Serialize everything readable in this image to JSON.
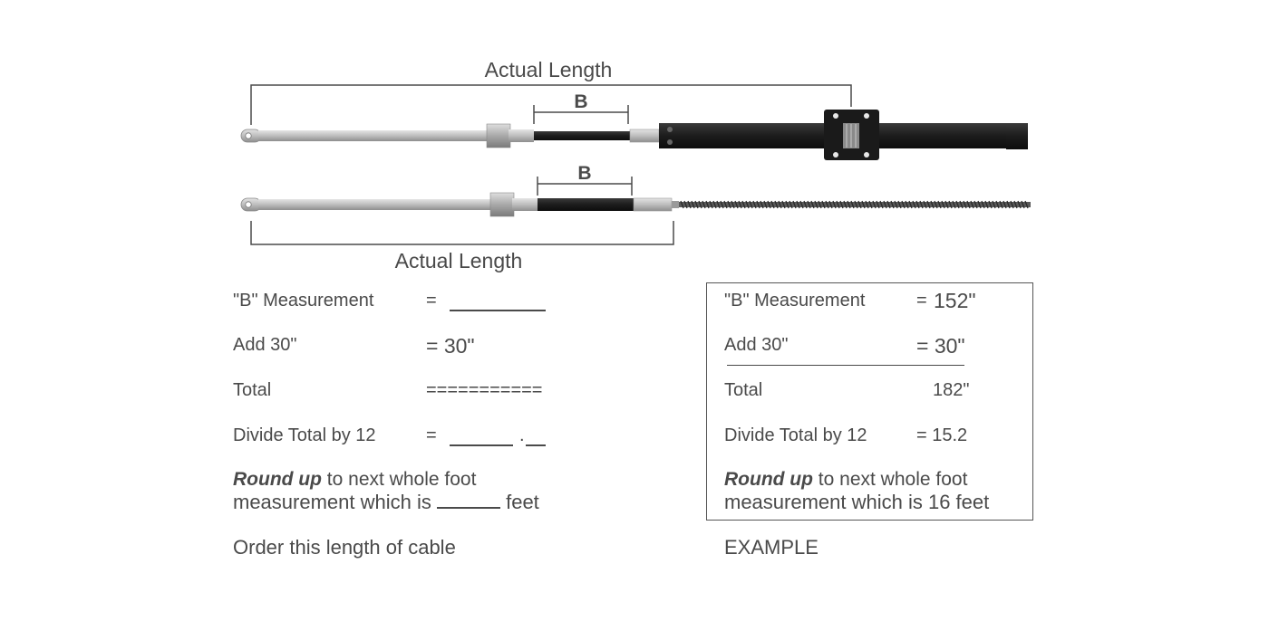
{
  "diagram": {
    "top_cable": {
      "length_label": "Actual Length",
      "b_label": "B"
    },
    "bottom_cable": {
      "length_label": "Actual Length",
      "b_label": "B"
    }
  },
  "worksheet": {
    "b_measurement": {
      "label": "\"B\" Measurement",
      "value": "="
    },
    "add30": {
      "label": "Add 30\"",
      "value": "= 30\""
    },
    "total": {
      "label": "Total",
      "value": "==========="
    },
    "divide": {
      "label": "Divide Total by 12",
      "value": "=",
      "dot": "."
    },
    "round_up": {
      "emphasis": "Round up",
      "line1_rest": " to next whole foot",
      "line2_start": "measurement which is ",
      "line2_end": " feet"
    },
    "footer": "Order this length of cable"
  },
  "example": {
    "b_measurement": {
      "label": "\"B\" Measurement",
      "eq": "=",
      "value": "152\""
    },
    "add30": {
      "label": "Add 30\"",
      "value": "= 30\""
    },
    "total": {
      "label": "Total",
      "value": "182\""
    },
    "divide": {
      "label": "Divide Total by 12",
      "value": "= 15.2"
    },
    "round_up": {
      "emphasis": "Round up",
      "line1_rest": " to next whole foot",
      "line2": "measurement which is 16 feet"
    },
    "footer": "EXAMPLE"
  },
  "colors": {
    "text": "#4a4a4a",
    "rod": "#b8b8b8",
    "conduit": "#1e1e1e"
  }
}
